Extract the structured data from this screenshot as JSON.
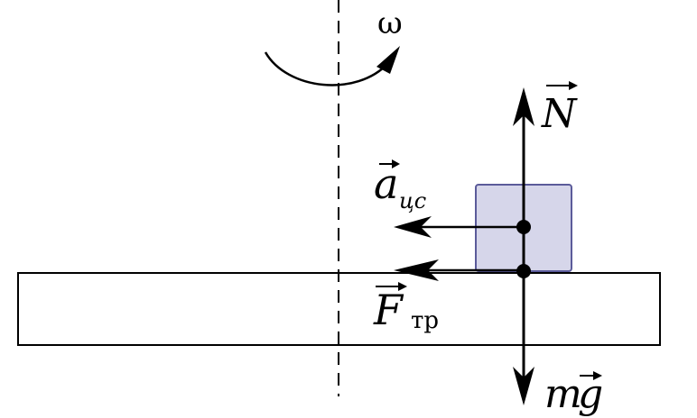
{
  "diagram": {
    "omega": "ω",
    "normal_force": "N",
    "centripetal_accel": "a",
    "centripetal_sub": "цс",
    "friction_force": "F",
    "friction_sub": "тр",
    "gravity_m": "m",
    "gravity_g": "g",
    "colors": {
      "block_fill": "#d6d6ea",
      "block_stroke": "#5b5b9a",
      "line": "#000000"
    }
  }
}
